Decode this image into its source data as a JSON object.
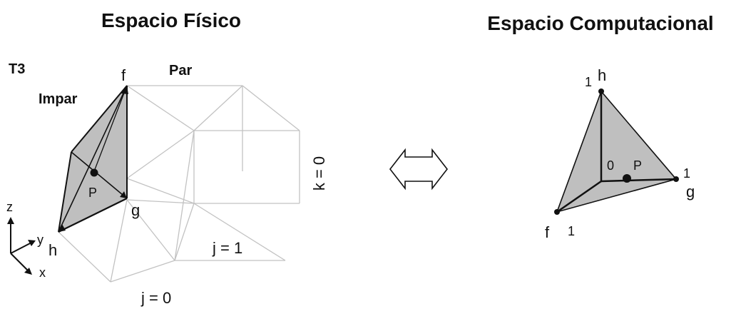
{
  "titles": {
    "physical": "Espacio Físico",
    "computational": "Espacio Computacional"
  },
  "physical": {
    "tetra_label": "T3",
    "even_label": "Par",
    "odd_label": "Impar",
    "vertex_f": "f",
    "vertex_g": "g",
    "vertex_h": "h",
    "point_p": "P",
    "plane_k0": "k = 0",
    "plane_j1": "j = 1",
    "plane_j0": "j = 0"
  },
  "axes": {
    "z": "z",
    "y": "y",
    "x": "x"
  },
  "computational": {
    "vertex_h": "h",
    "vertex_g": "g",
    "vertex_f": "f",
    "origin": "0",
    "point_p": "P",
    "unit_h": "1",
    "unit_g": "1",
    "unit_f": "1"
  },
  "colors": {
    "fill_gray": "#bfbfbf",
    "grid_gray": "#c2c2c2",
    "ink": "#111111"
  }
}
